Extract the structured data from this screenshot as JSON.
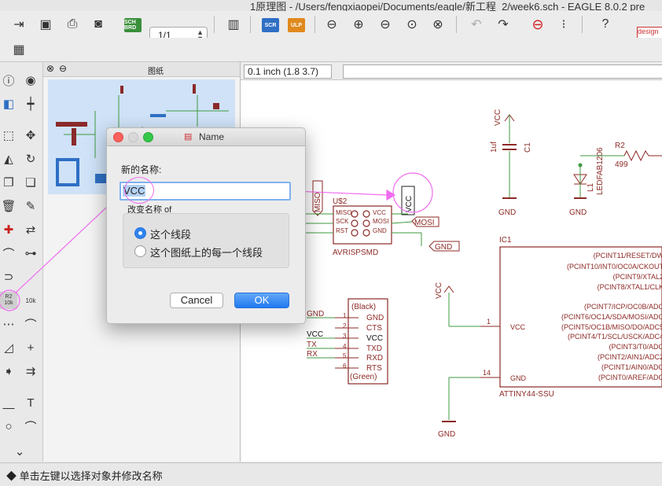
{
  "window": {
    "title": "1原理图 - /Users/fengxiaopei/Documents/eagle/新工程_2/week6.sch - EAGLE 8.0.2 pre"
  },
  "toolbar": {
    "page_select": "1/1",
    "sch_brd_label": "SCH BRD",
    "scr_label": "SCR",
    "ulp_label": "ULP",
    "logo_text": "design"
  },
  "sheets_panel": {
    "title": "图纸"
  },
  "coordinate_display": "0.1 inch (1.8 3.7)",
  "status_bar": {
    "text": "◆ 单击左键以选择对象并修改名称"
  },
  "left_tools": {
    "r2_label": "R2",
    "r2_value": "10k"
  },
  "dialog": {
    "title": "Name",
    "new_name_label": "新的名称:",
    "name_value": "VCC",
    "change_label": "改变名称 of",
    "option_this_segment": "这个线段",
    "option_all_segments": "这个图纸上的每一个线段",
    "selected_option": "这个线段",
    "cancel_label": "Cancel",
    "ok_label": "OK"
  },
  "schematic": {
    "u2": {
      "ref": "U$2",
      "value": "AVRISPSMD",
      "pins_left": [
        "MISO",
        "SCK",
        "RST"
      ],
      "pins_right": [
        "VCC",
        "MOSI",
        "GND"
      ]
    },
    "net_labels": {
      "miso": "MISO",
      "vcc": "VCC",
      "mosi": "MOSI",
      "gnd": "GND"
    },
    "c1": {
      "ref": "C1",
      "value": "1uf",
      "top_supply": "VCC",
      "bottom_supply": "GND"
    },
    "led": {
      "ref": "L1",
      "value": "LEDFAB1206",
      "supply": "GND"
    },
    "r2": {
      "ref": "R2",
      "value": "499"
    },
    "ic1": {
      "ref": "IC1",
      "value": "ATTINY44-SSU",
      "left_pins": [
        {
          "num": "1",
          "name": "VCC"
        },
        {
          "num": "14",
          "name": "GND"
        }
      ],
      "right_pins": [
        "(PCINT11/RESET/DW",
        "(PCINT10/INT0/OC0A/CKOUT",
        "(PCINT9/XTAL2",
        "(PCINT8/XTAL1/CLK",
        "(PCINT7/ICP/OC0B/ADC",
        "(PCINT6/OC1A/SDA/MOSI/ADC",
        "(PCINT5/OC1B/MISO/DO/ADC5",
        "(PCINT4/T1/SCL/USCK/ADC4",
        "(PCINT3/T0/ADC",
        "(PCINT2/AIN1/ADC2",
        "(PCINT1/AIN0/ADC",
        "(PCINT0/AREF/ADC"
      ],
      "vcc_supply": "VCC",
      "gnd_supply": "GND"
    },
    "ftdi": {
      "top_label": "(Black)",
      "bottom_label": "(Green)",
      "pins": [
        "GND",
        "CTS",
        "VCC",
        "TXD",
        "RXD",
        "RTS"
      ],
      "pin_numbers": [
        "1",
        "2",
        "3",
        "4",
        "5",
        "6"
      ],
      "net_labels": [
        "GND",
        "VCC",
        "TX",
        "RX"
      ]
    }
  },
  "colors": {
    "accent_blue": "#2d83ef",
    "annotation_magenta": "#f06cf0",
    "schematic_red": "#a0302a",
    "wire_green": "#3f9a3f",
    "sheet_thumb_bg": "#cfe2f7"
  },
  "icons": [
    "info-icon",
    "eye-icon",
    "layers-icon",
    "origin-icon",
    "select-icon",
    "move-icon",
    "mirror-icon",
    "rotate-icon",
    "copy-icon",
    "paste-icon",
    "delete-icon",
    "wrench-icon",
    "add-part-icon",
    "replace-icon",
    "split-icon",
    "net-icon",
    "name-icon",
    "value-icon",
    "wire-icon",
    "arc-icon",
    "polygon-icon",
    "junction-icon",
    "label-icon",
    "text-icon",
    "line-icon",
    "circle-icon",
    "more-icon",
    "open-icon",
    "save-icon",
    "print-icon",
    "cam-icon",
    "sch-brd-icon",
    "scr-icon",
    "ulp-icon",
    "zoom-fit-icon",
    "zoom-in-icon",
    "zoom-out-icon",
    "zoom-select-icon",
    "undo-icon",
    "redo-icon",
    "stop-icon",
    "help-icon",
    "grid-icon"
  ]
}
